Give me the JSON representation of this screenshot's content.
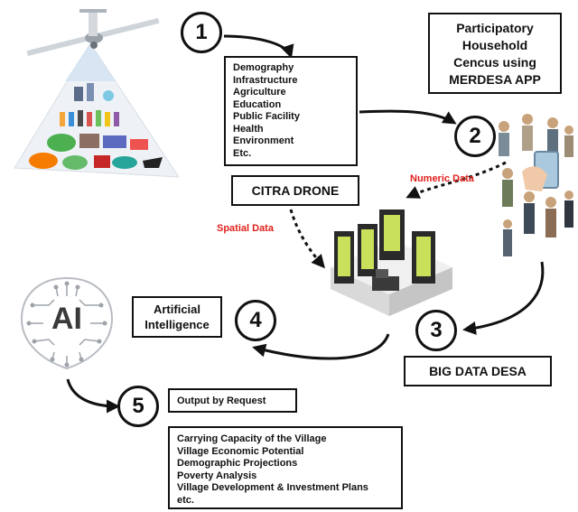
{
  "steps": [
    "1",
    "2",
    "3",
    "4",
    "5"
  ],
  "survey_topics": [
    "Demography",
    "Infrastructure",
    "Agriculture",
    "Education",
    "Public Facility",
    "Health",
    "Environment",
    "Etc."
  ],
  "citra_drone": "CITRA DRONE",
  "census": {
    "lines": [
      "Participatory",
      "Household",
      "Cencus using",
      "MERDESA APP"
    ]
  },
  "spatial_data": "Spatial Data",
  "numeric_data": "Numeric Data",
  "big_data": "BIG DATA DESA",
  "ai": {
    "logo_text": "AI",
    "lines": [
      "Artificial",
      "Intelligence"
    ]
  },
  "output_title": "Output by Request",
  "outputs": [
    "Carrying Capacity of the Village",
    "Village Economic Potential",
    "Demographic Projections",
    "Poverty Analysis",
    "Village Development & Investment Plans",
    "etc."
  ],
  "colors": {
    "label_red": "#e0201c",
    "server_green": "#c8e05a",
    "outline": "#111111"
  },
  "icons": [
    "drone-icon",
    "village-pyramid-icon",
    "people-with-phone-icon",
    "server-room-icon",
    "ai-brain-circuit-icon"
  ]
}
